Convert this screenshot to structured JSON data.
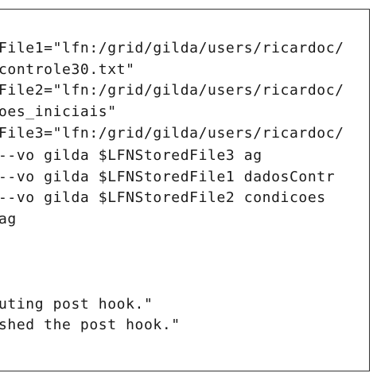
{
  "lines": [
    "File1=\"lfn:/grid/gilda/users/ricardoc/",
    "controle30.txt\"",
    "File2=\"lfn:/grid/gilda/users/ricardoc/",
    "oes_iniciais\"",
    "File3=\"lfn:/grid/gilda/users/ricardoc/",
    "--vo gilda $LFNStoredFile3 ag",
    "--vo gilda $LFNStoredFile1 dadosContr",
    "--vo gilda $LFNStoredFile2 condicoes",
    "ag",
    "uting post hook.\"",
    "shed the post hook.\""
  ]
}
